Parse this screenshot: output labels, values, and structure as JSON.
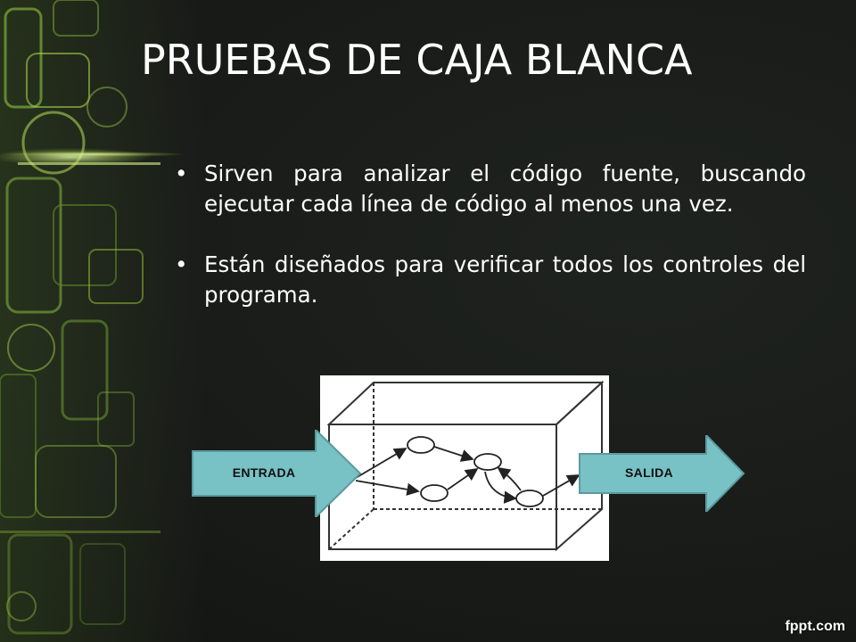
{
  "slide": {
    "title": "PRUEBAS DE CAJA BLANCA",
    "bullets": [
      {
        "marker": "•",
        "text": "Sirven para analizar el código fuente, buscando ejecutar cada línea de código al menos una vez."
      },
      {
        "marker": "•",
        "text": "Están diseñados para verificar todos los controles del programa."
      }
    ]
  },
  "diagram": {
    "input_label": "ENTRADA",
    "output_label": "SALIDA",
    "arrow_color": "#78c1c5"
  },
  "watermark": "fppt.com"
}
